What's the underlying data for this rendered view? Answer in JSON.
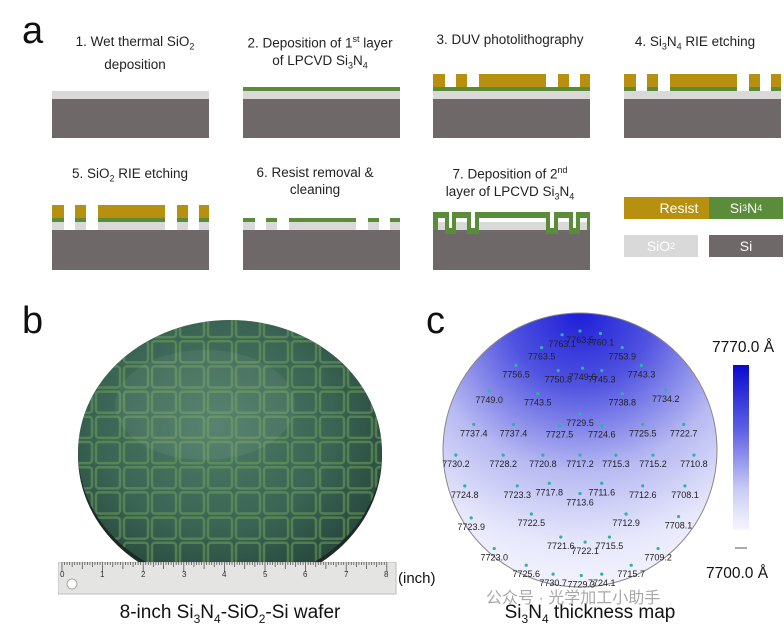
{
  "panel_a": {
    "letter": "a",
    "steps": [
      {
        "num": "1.",
        "line1_pre": "Wet thermal SiO",
        "line1_sub": "2",
        "line2": "deposition"
      },
      {
        "num": "2.",
        "line1_pre": "Deposition of 1",
        "line1_sup": "st",
        "line1_post": " layer",
        "line2_pre": "of LPCVD Si",
        "line2_sub1": "3",
        "line2_mid": "N",
        "line2_sub2": "4"
      },
      {
        "num": "3.",
        "line1": "DUV photolithography"
      },
      {
        "num": "4.",
        "line1_pre": "Si",
        "line1_sub1": "3",
        "line1_mid": "N",
        "line1_sub2": "4",
        "line1_post": " RIE etching"
      },
      {
        "num": "5.",
        "line1_pre": "SiO",
        "line1_sub": "2",
        "line1_post": " RIE etching"
      },
      {
        "num": "6.",
        "line1": "Resist removal &",
        "line2": "cleaning"
      },
      {
        "num": "7.",
        "line1_pre": "Deposition of 2",
        "line1_sup": "nd",
        "line2_pre": "layer of LPCVD Si",
        "line2_sub1": "3",
        "line2_mid": "N",
        "line2_sub2": "4"
      }
    ],
    "legend": {
      "resist": "Resist",
      "si3n4_pre": "Si",
      "si3n4_sub1": "3",
      "si3n4_mid": "N",
      "si3n4_sub2": "4",
      "sio2_pre": "SiO",
      "sio2_sub": "2",
      "si": "Si"
    },
    "colors": {
      "resist": "#B8900F",
      "si3n4": "#5A8C3A",
      "sio2": "#D9D9D9",
      "si": "#6E6868"
    }
  },
  "panel_b": {
    "letter": "b",
    "ruler_unit": "(inch)",
    "ruler_numbers": [
      "0",
      "1",
      "2",
      "3",
      "4",
      "5",
      "6",
      "7",
      "8"
    ],
    "caption_pre": "8-inch Si",
    "caption_sub1": "3",
    "caption_mid1": "N",
    "caption_sub2": "4",
    "caption_mid2": "-SiO",
    "caption_sub3": "2",
    "caption_post": "-Si wafer"
  },
  "panel_c": {
    "letter": "c",
    "colorbar_max": "7770.0 Å",
    "colorbar_min": "7700.0 Å",
    "caption_pre": "Si",
    "caption_sub1": "3",
    "caption_mid": "N",
    "caption_sub2": "4",
    "caption_post": " thickness map",
    "points": [
      {
        "label": "7763.5",
        "x": 0.0,
        "y": 0.93
      },
      {
        "label": "7760.1",
        "x": 0.16,
        "y": 0.91
      },
      {
        "label": "7763.1",
        "x": -0.14,
        "y": 0.9
      },
      {
        "label": "7763.5",
        "x": -0.3,
        "y": 0.8
      },
      {
        "label": "7753.9",
        "x": 0.33,
        "y": 0.8
      },
      {
        "label": "7756.5",
        "x": -0.5,
        "y": 0.66
      },
      {
        "label": "7750.8",
        "x": -0.17,
        "y": 0.62
      },
      {
        "label": "7749.6",
        "x": 0.02,
        "y": 0.64
      },
      {
        "label": "7745.3",
        "x": 0.17,
        "y": 0.62
      },
      {
        "label": "7743.3",
        "x": 0.48,
        "y": 0.66
      },
      {
        "label": "7749.0",
        "x": -0.71,
        "y": 0.46
      },
      {
        "label": "7743.5",
        "x": -0.33,
        "y": 0.44
      },
      {
        "label": "7738.8",
        "x": 0.33,
        "y": 0.44
      },
      {
        "label": "7734.2",
        "x": 0.67,
        "y": 0.47
      },
      {
        "label": "7729.5",
        "x": 0.0,
        "y": 0.28
      },
      {
        "label": "7737.4",
        "x": -0.83,
        "y": 0.2
      },
      {
        "label": "7737.4",
        "x": -0.52,
        "y": 0.2
      },
      {
        "label": "7727.5",
        "x": -0.16,
        "y": 0.19
      },
      {
        "label": "7724.6",
        "x": 0.17,
        "y": 0.19
      },
      {
        "label": "7725.5",
        "x": 0.49,
        "y": 0.2
      },
      {
        "label": "7722.7",
        "x": 0.81,
        "y": 0.2
      },
      {
        "label": "7730.2",
        "x": -0.97,
        "y": -0.04
      },
      {
        "label": "7728.2",
        "x": -0.6,
        "y": -0.04
      },
      {
        "label": "7720.8",
        "x": -0.29,
        "y": -0.04
      },
      {
        "label": "7717.2",
        "x": 0.0,
        "y": -0.04
      },
      {
        "label": "7715.3",
        "x": 0.28,
        "y": -0.04
      },
      {
        "label": "7715.2",
        "x": 0.57,
        "y": -0.04
      },
      {
        "label": "7710.8",
        "x": 0.89,
        "y": -0.04
      },
      {
        "label": "7717.8",
        "x": -0.24,
        "y": -0.26
      },
      {
        "label": "7711.6",
        "x": 0.17,
        "y": -0.26
      },
      {
        "label": "7713.6",
        "x": 0.0,
        "y": -0.34
      },
      {
        "label": "7724.8",
        "x": -0.9,
        "y": -0.28
      },
      {
        "label": "7723.3",
        "x": -0.49,
        "y": -0.28
      },
      {
        "label": "7712.6",
        "x": 0.49,
        "y": -0.28
      },
      {
        "label": "7708.1",
        "x": 0.82,
        "y": -0.28
      },
      {
        "label": "7723.9",
        "x": -0.85,
        "y": -0.53
      },
      {
        "label": "7722.5",
        "x": -0.38,
        "y": -0.5
      },
      {
        "label": "7712.9",
        "x": 0.36,
        "y": -0.5
      },
      {
        "label": "7708.1",
        "x": 0.77,
        "y": -0.52
      },
      {
        "label": "7721.6",
        "x": -0.15,
        "y": -0.68
      },
      {
        "label": "7722.1",
        "x": 0.04,
        "y": -0.72
      },
      {
        "label": "7715.5",
        "x": 0.23,
        "y": -0.68
      },
      {
        "label": "7723.0",
        "x": -0.67,
        "y": -0.77
      },
      {
        "label": "7709.2",
        "x": 0.61,
        "y": -0.77
      },
      {
        "label": "7725.6",
        "x": -0.42,
        "y": -0.9
      },
      {
        "label": "7715.7",
        "x": 0.4,
        "y": -0.9
      },
      {
        "label": "7730.7",
        "x": -0.21,
        "y": -0.97
      },
      {
        "label": "7729.3",
        "x": 0.01,
        "y": -0.98
      },
      {
        "label": "7724.1",
        "x": 0.17,
        "y": -0.97
      }
    ]
  },
  "watermark": "公众号 · 光学加工小助手"
}
